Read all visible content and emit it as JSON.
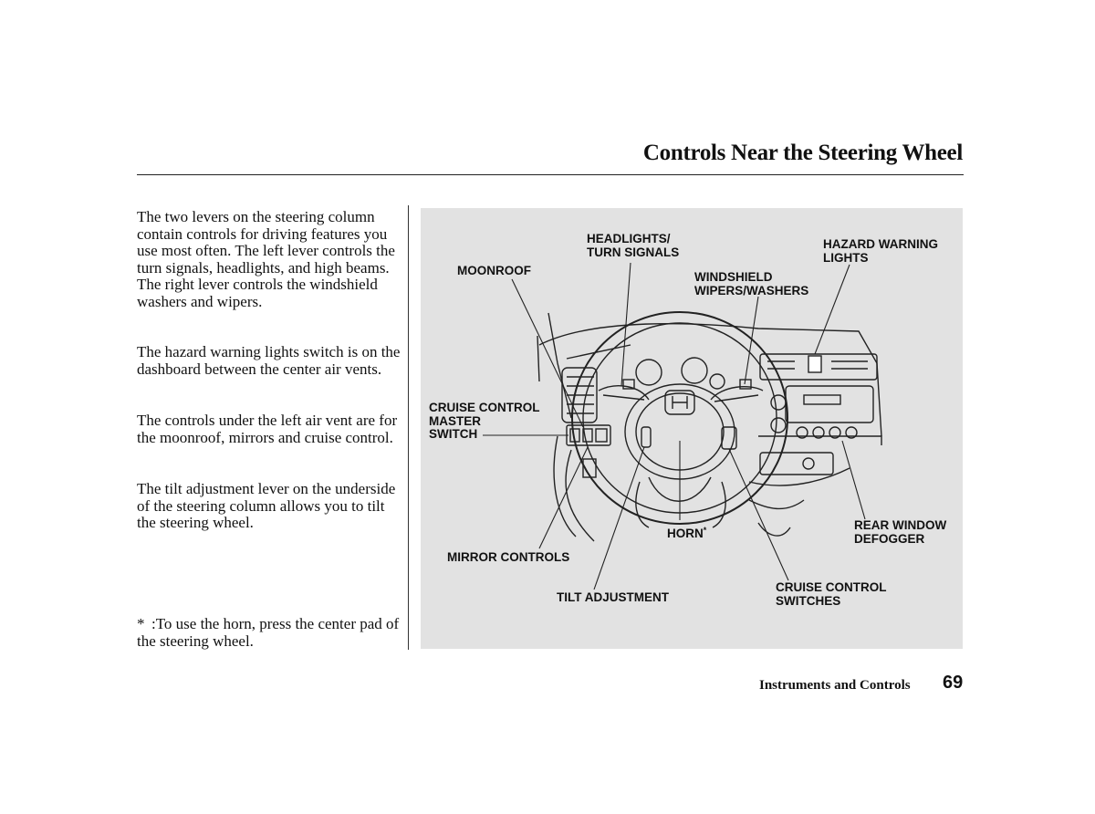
{
  "page": {
    "title": "Controls Near the Steering Wheel",
    "section": "Instruments and Controls",
    "page_number": "69"
  },
  "body": {
    "paragraphs": [
      "The two levers on the steering column contain controls for driving features you use most often. The left lever controls the turn signals, headlights, and high beams. The right lever controls the windshield washers and wipers.",
      "The hazard warning lights switch is on the dashboard between the center air vents.",
      "The controls under the left air vent are for the moonroof, mirrors and cruise control.",
      "The tilt adjustment lever on the underside of the steering column allows you to tilt the steering wheel."
    ],
    "footnote_mark": "*",
    "footnote_text": ":To use the horn, press the center pad of the steering wheel."
  },
  "figure": {
    "labels": {
      "headlights": "HEADLIGHTS/\nTURN SIGNALS",
      "hazard": "HAZARD WARNING\nLIGHTS",
      "moonroof": "MOONROOF",
      "windshield": "WINDSHIELD\nWIPERS/WASHERS",
      "cruise_master": "CRUISE CONTROL\nMASTER\nSWITCH",
      "rear_window": "REAR WINDOW\nDEFOGGER",
      "horn": "HORN",
      "horn_mark": "*",
      "mirror": "MIRROR CONTROLS",
      "cruise_switches": "CRUISE CONTROL\nSWITCHES",
      "tilt": "TILT ADJUSTMENT"
    }
  }
}
